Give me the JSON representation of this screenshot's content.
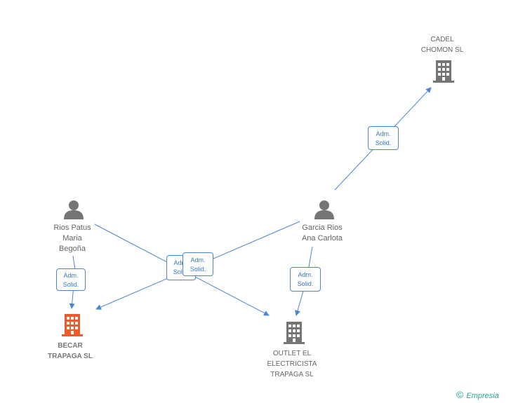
{
  "colors": {
    "edge": "#4a86d6",
    "person": "#757575",
    "company": "#757575",
    "company_highlight": "#f05a2a",
    "brand": "#2aa59a"
  },
  "nodes": {
    "cadel": {
      "label_line1": "CADEL",
      "label_line2": "CHOMON SL",
      "icon": "building-icon"
    },
    "rios": {
      "label_line1": "Rios Patus",
      "label_line2": "Maria",
      "label_line3": "Begoña",
      "icon": "person-icon"
    },
    "garcia": {
      "label_line1": "Garcia Rios",
      "label_line2": "Ana Carlota",
      "icon": "person-icon"
    },
    "becar": {
      "label_line1": "BECAR",
      "label_line2": "TRAPAGA SL",
      "icon": "building-icon"
    },
    "outlet": {
      "label_line1": "OUTLET EL",
      "label_line2": "ELECTRICISTA",
      "label_line3": "TRAPAGA SL",
      "icon": "building-icon"
    }
  },
  "edges": [
    {
      "from": "garcia",
      "to": "cadel",
      "label_line1": "Adm.",
      "label_line2": "Solid."
    },
    {
      "from": "rios",
      "to": "becar",
      "label_line1": "Adm.",
      "label_line2": "Solid."
    },
    {
      "from": "rios",
      "to": "outlet",
      "label_line1": "Adm.",
      "label_line2": "Solid."
    },
    {
      "from": "garcia",
      "to": "becar",
      "label_line1": "Adm.",
      "label_line2": "Solid."
    },
    {
      "from": "garcia",
      "to": "outlet",
      "label_line1": "Adm.",
      "label_line2": "Solid."
    }
  ],
  "brand": {
    "copyright": "©",
    "name": "Empresia"
  }
}
